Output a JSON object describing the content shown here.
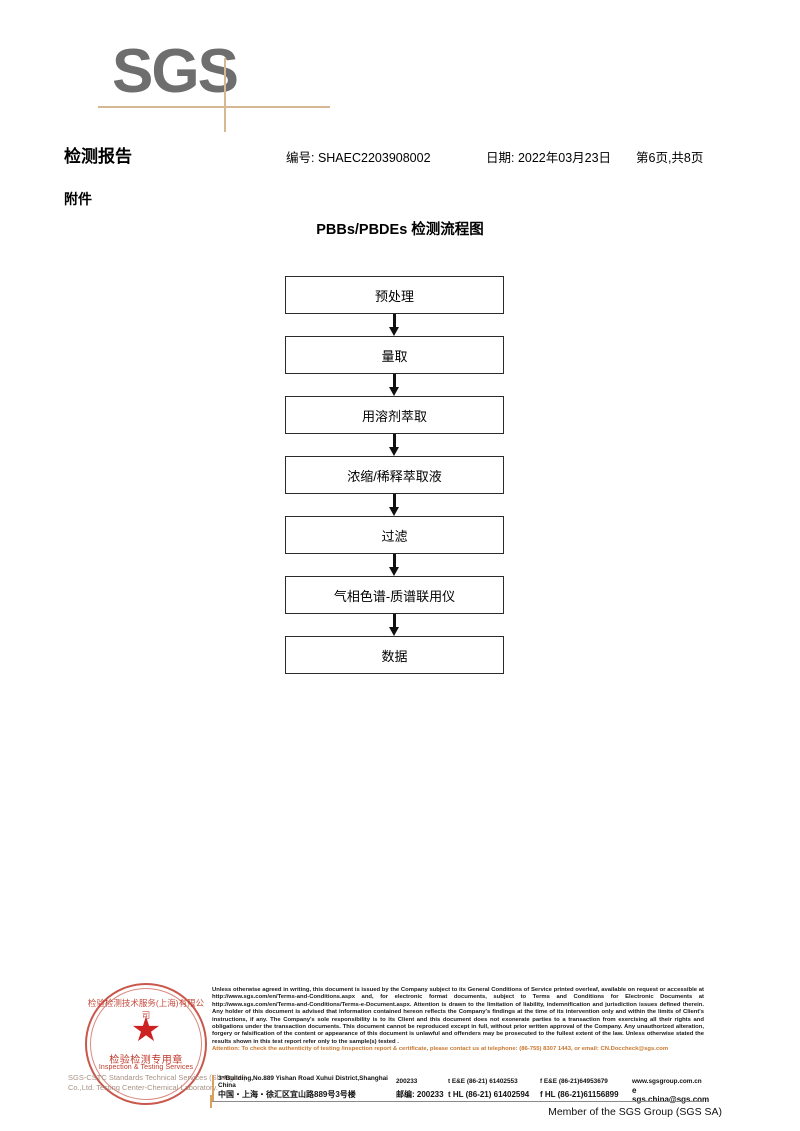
{
  "logo": {
    "text": "SGS"
  },
  "header": {
    "title": "检测报告",
    "report_no": "编号: SHAEC2203908002",
    "date": "日期: 2022年03月23日",
    "page": "第6页,共8页",
    "attachment_label": "附件"
  },
  "flowchart": {
    "title": "PBBs/PBDEs 检测流程图",
    "steps": [
      {
        "label": "预处理"
      },
      {
        "label": "量取"
      },
      {
        "label": "用溶剂萃取"
      },
      {
        "label": "浓缩/稀释萃取液"
      },
      {
        "label": "过滤"
      },
      {
        "label": "气相色谱-质谱联用仪"
      },
      {
        "label": "数据"
      }
    ]
  },
  "seal": {
    "arc_text": "检验检测技术服务(上海)有限公司",
    "star": "★",
    "chinese": "检验检测专用章",
    "english": "Inspection & Testing Services",
    "watermark": "SGS-CSTC Standards Technical Services (Shanghai) Co.,Ltd. Testing Center-Chemical Laboratory."
  },
  "footer": {
    "legal_paragraphs": [
      "Unless otherwise agreed in writing, this document is issued by the Company subject to its General Conditions of Service printed overleaf, available on request or accessible at http://www.sgs.com/en/Terms-and-Conditions.aspx and, for electronic format documents, subject to Terms and Conditions for Electronic Documents at http://www.sgs.com/en/Terms-and-Conditions/Terms-e-Document.aspx. Attention is drawn to the limitation of liability, indemnification and jurisdiction issues defined therein. Any holder of this document is advised that information contained hereon reflects the Company's findings at the time of its intervention only and within the limits of Client's instructions, if any. The Company's sole responsibility is to its Client and this document does not exonerate parties to a transaction from exercising all their rights and obligations under the transaction documents. This document cannot be reproduced except in full, without prior written approval of the Company. Any unauthorized alteration, forgery or falsification of the content or appearance of this document is unlawful and offenders may be prosecuted to the fullest extent of the law. Unless otherwise stated the results shown in this test report refer only to the sample(s) tested ."
    ],
    "attention": "Attention: To check the authenticity of testing /inspection report & certificate, please contact us at telephone: (86-755) 8307 1443, or email: CN.Doccheck@sgs.com",
    "address_en": "3ʳᵈBuilding,No.889 Yishan Road Xuhui District,Shanghai China",
    "postcode_en": "200233",
    "tel_en_1": "t E&E (86-21) 61402553",
    "tel_en_2": "f E&E (86-21)64953679",
    "web": "www.sgsgroup.com.cn",
    "address_cn": "中国・上海・徐汇区宜山路889号3号楼",
    "postcode_cn": "邮编: 200233",
    "tel_cn_1": "t HL (86-21) 61402594",
    "tel_cn_2": "f HL (86-21)61156899",
    "email": "e sgs.china@sgs.com",
    "member": "Member of the SGS Group (SGS SA)"
  },
  "colors": {
    "logo_gray": "#6e6e6e",
    "rule_tan": "#d7b894",
    "seal_red": "#c0392b",
    "attention_orange": "#c8772f"
  }
}
